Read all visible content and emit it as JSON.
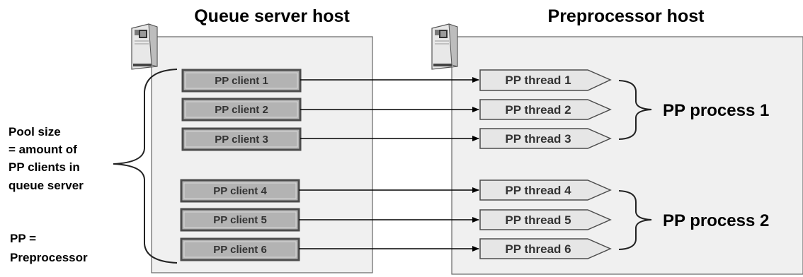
{
  "hosts": {
    "queue_server": {
      "title": "Queue server host"
    },
    "preprocessor": {
      "title": "Preprocessor host"
    }
  },
  "clients": [
    {
      "label": "PP client 1"
    },
    {
      "label": "PP client 2"
    },
    {
      "label": "PP client 3"
    },
    {
      "label": "PP client 4"
    },
    {
      "label": "PP client 5"
    },
    {
      "label": "PP client 6"
    }
  ],
  "threads": [
    {
      "label": "PP thread 1"
    },
    {
      "label": "PP thread 2"
    },
    {
      "label": "PP thread 3"
    },
    {
      "label": "PP thread 4"
    },
    {
      "label": "PP thread 5"
    },
    {
      "label": "PP thread 6"
    }
  ],
  "processes": [
    {
      "label": "PP process 1"
    },
    {
      "label": "PP process 2"
    }
  ],
  "notes": {
    "pool_size": [
      "Pool size",
      "= amount of",
      "PP clients in",
      "queue server"
    ],
    "legend": [
      "PP =",
      "Preprocessor"
    ]
  },
  "icons": {
    "queue_server": "server-tower-icon",
    "preprocessor": "server-tower-icon"
  }
}
